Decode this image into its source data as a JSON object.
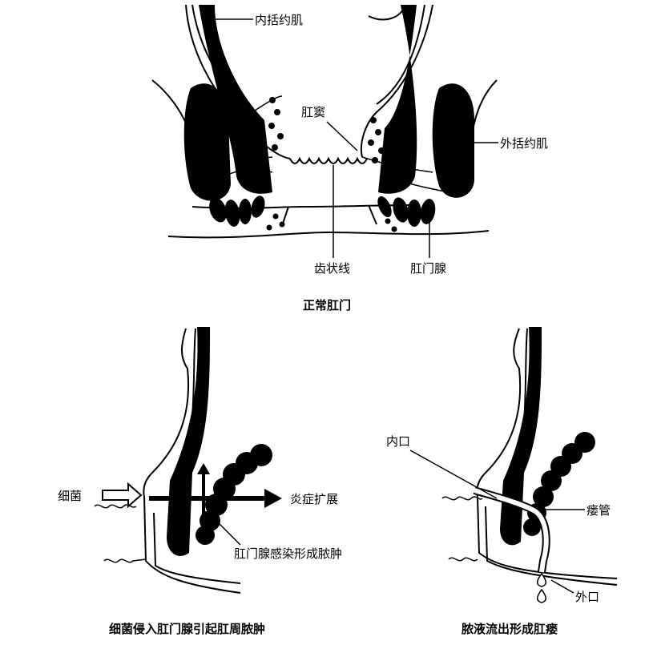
{
  "top_panel": {
    "caption": "正常肛门",
    "labels": {
      "internal_sphincter": "内括约肌",
      "anal_sinus": "肛窦",
      "external_sphincter": "外括约肌",
      "dentate_line": "齿状线",
      "anal_gland": "肛门腺"
    }
  },
  "left_panel": {
    "caption": "细菌侵入肛门腺引起肛周脓肿",
    "labels": {
      "bacteria": "细菌",
      "inflammation_spread": "炎症扩展",
      "abscess": "肛门腺感染形成脓肿"
    }
  },
  "right_panel": {
    "caption": "脓液流出形成肛瘘",
    "labels": {
      "internal_opening": "内口",
      "fistula_tract": "瘘管",
      "external_opening": "外口"
    }
  }
}
